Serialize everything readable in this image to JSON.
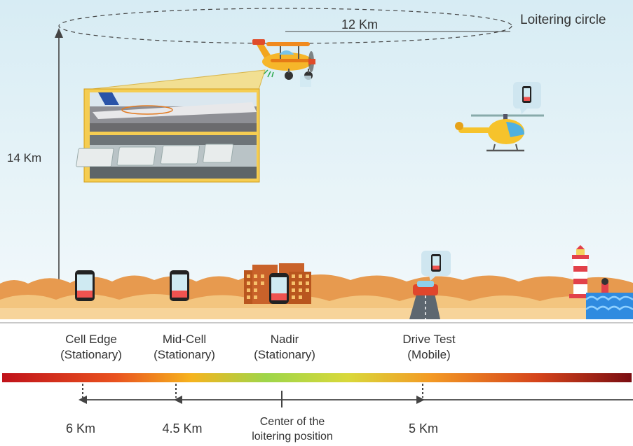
{
  "labels": {
    "loitering_circle": "Loitering circle",
    "radius": "12 Km",
    "altitude": "14 Km"
  },
  "sites": [
    {
      "name": "Cell Edge",
      "mode": "(Stationary)"
    },
    {
      "name": "Mid-Cell",
      "mode": "(Stationary)"
    },
    {
      "name": "Nadir",
      "mode": "(Stationary)"
    },
    {
      "name": "Drive Test",
      "mode": "(Mobile)"
    }
  ],
  "distances": {
    "cell_edge": "6 Km",
    "mid_cell": "4.5 Km",
    "center_line1": "Center of the",
    "center_line2": "loitering position",
    "drive_test": "5 Km"
  },
  "colors": {
    "sky": "#e4f1f6",
    "sand": "#f2c27c",
    "dunes": "#e69a52",
    "gradient": [
      "#c0121a",
      "#f47a22",
      "#a8d84a",
      "#f08a1e",
      "#8a1015"
    ]
  }
}
